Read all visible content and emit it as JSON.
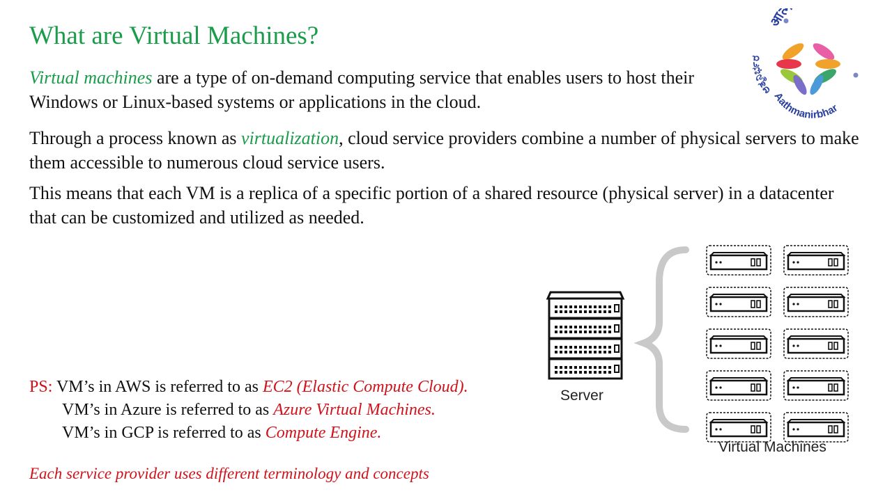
{
  "slide": {
    "title": "What are Virtual Machines?",
    "p1": {
      "term": "Virtual machines",
      "text": " are a type of on-demand computing service that enables users to host their Windows or Linux-based systems or applications in the cloud."
    },
    "p2": {
      "before": "Through a process known as ",
      "term": "virtualization",
      "after": ", cloud service providers combine a number of physical servers to make them accessible to numerous cloud service users."
    },
    "p3": "This means that each VM is a replica of a specific portion of a shared resource (physical server) in a datacenter that can be customized and utilized as needed.",
    "ps": {
      "prefix": "PS:",
      "lines": [
        {
          "text": " VM’s in AWS is referred to as ",
          "service": "EC2 (Elastic Compute Cloud)."
        },
        {
          "text": "VM’s in Azure is referred to as ",
          "service": "Azure Virtual Machines."
        },
        {
          "text": "VM’s in GCP is referred to as ",
          "service": "Compute Engine."
        }
      ]
    },
    "footnote": "Each service provider uses different terminology and concepts"
  },
  "logo": {
    "text_top": "आत्मनिर्भर",
    "text_left": "ಆತ್ಮನಿರ್ಭರ",
    "text_bottom": "Aathmanirbhar"
  },
  "diagram": {
    "server_label": "Server",
    "vm_label": "Virtual Machines",
    "icons": [
      "server-rack-icon",
      "brace-icon",
      "virtual-machine-icon"
    ]
  },
  "colors": {
    "title_green": "#1a9c4a",
    "emphasis_red": "#d0121b",
    "text": "#111111"
  }
}
